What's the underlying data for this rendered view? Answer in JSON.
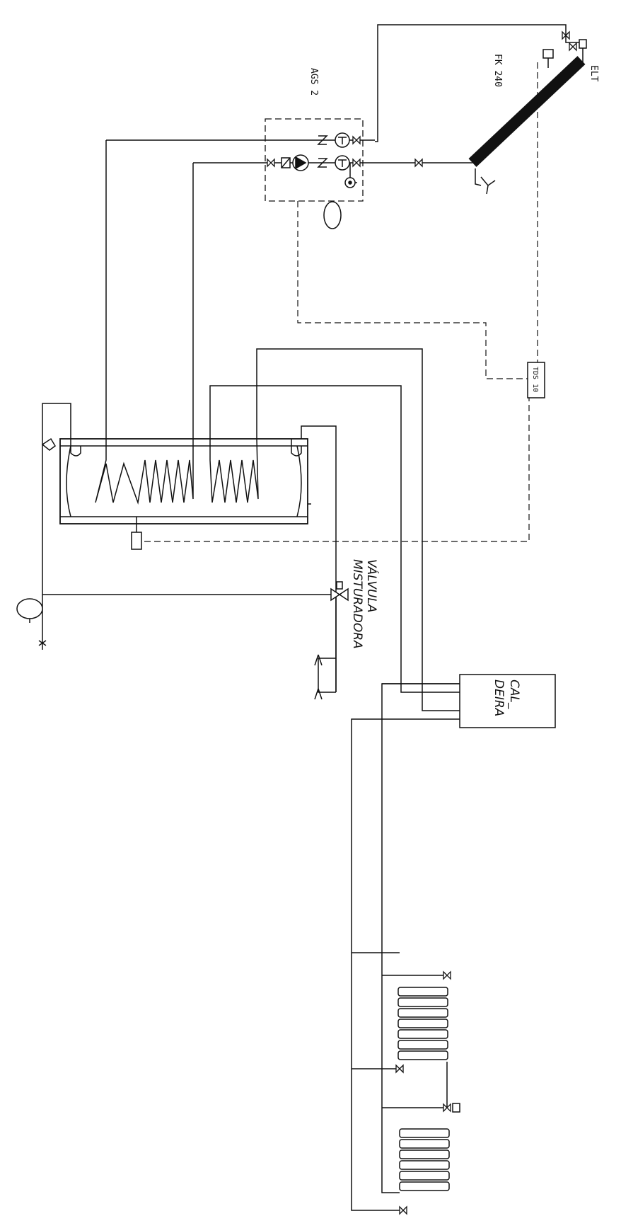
{
  "labels": {
    "ags": "AGS 2",
    "fk": "FK 240",
    "elt": "ELT",
    "tds": "TDS 10",
    "valvula_line1": "VÁLVULA",
    "valvula_line2": "MISTURADORA",
    "caldeira_line1": "CAL_",
    "caldeira_line2": "DEIRA"
  }
}
